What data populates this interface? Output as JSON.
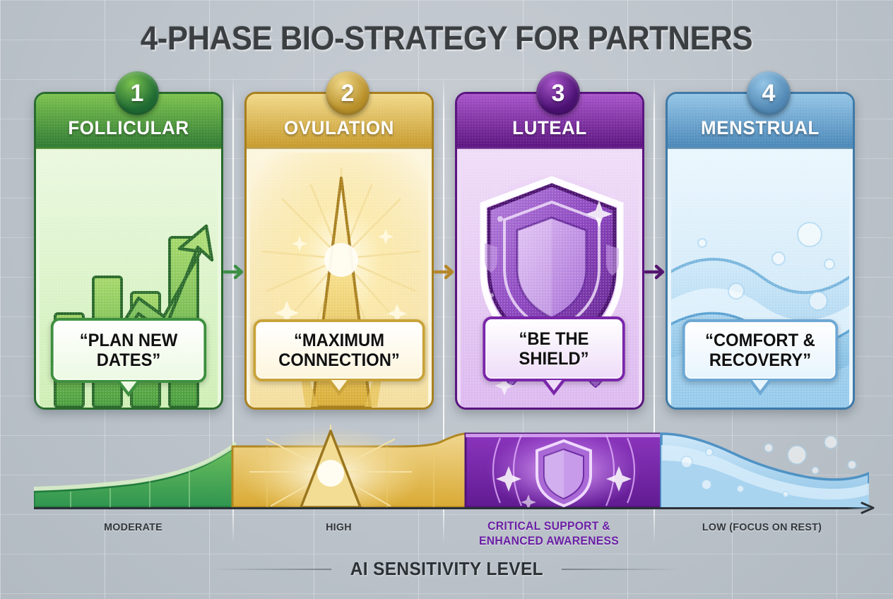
{
  "header": {
    "title": "4-PHASE BIO-STRATEGY FOR PARTNERS"
  },
  "phases": [
    {
      "number": "1",
      "name": "FOLLICULAR",
      "quote": "“PLAN NEW DATES”",
      "icon": "rising-bar-chart-arrow-icon",
      "colors": {
        "header_dark": "#2f7a33",
        "header_light": "#7cc24f",
        "border": "#2a6b2f",
        "badge": "#1f6b33",
        "body_light": "#eaf8df",
        "body_mid": "#cdeeb4",
        "bubble_border": "#3d8f3f",
        "bubble_fill": "#ecf9e3",
        "arrow": "#3d8f46"
      }
    },
    {
      "number": "2",
      "name": "OVULATION",
      "quote": "“MAXIMUM CONNECTION”",
      "icon": "radiant-starburst-icon",
      "colors": {
        "header_dark": "#c79a2c",
        "header_light": "#f1d98a",
        "border": "#a8801f",
        "badge": "#b8902a",
        "body_light": "#fdf6de",
        "body_mid": "#f3dd9c",
        "bubble_border": "#c9a33a",
        "bubble_fill": "#fdf5dc",
        "arrow": "#b5862a"
      }
    },
    {
      "number": "3",
      "name": "LUTEAL",
      "quote": "“BE THE SHIELD”",
      "icon": "glowing-shield-icon",
      "colors": {
        "header_dark": "#5b1480",
        "header_light": "#a855c9",
        "border": "#5a1580",
        "badge": "#4b1173",
        "body_light": "#efdcf7",
        "body_mid": "#dcb8ef",
        "bubble_border": "#7a26aa",
        "bubble_fill": "#eedcf8",
        "arrow": "#53156f"
      }
    },
    {
      "number": "4",
      "name": "MENSTRUAL",
      "quote": "“COMFORT & RECOVERY”",
      "icon": "water-waves-bubbles-icon",
      "colors": {
        "header_dark": "#4a87b8",
        "header_light": "#94c5e6",
        "border": "#3e7aa8",
        "badge": "#5289b5",
        "body_light": "#eaf6fd",
        "body_mid": "#c0e0f4",
        "bubble_border": "#6ea8d4",
        "bubble_fill": "#e7f4fd",
        "arrow": "#3f2b72"
      }
    }
  ],
  "chart_data": {
    "type": "area",
    "title": "AI SENSITIVITY LEVEL",
    "xlabel": "AI SENSITIVITY LEVEL",
    "ylabel": "",
    "grid": true,
    "legend": "none",
    "categories": [
      "FOLLICULAR",
      "OVULATION",
      "LUTEAL",
      "MENSTRUAL"
    ],
    "tick_labels": [
      "MODERATE",
      "HIGH",
      "CRITICAL SUPPORT & ENHANCED AWARENESS",
      "LOW (FOCUS ON REST)"
    ],
    "values": [
      45,
      72,
      100,
      30
    ],
    "ylim": [
      0,
      100
    ],
    "series": [
      {
        "name": "AI Sensitivity",
        "values": [
          45,
          72,
          100,
          30
        ],
        "colors": [
          "#4caf50",
          "#d9ab32",
          "#6b21a8",
          "#8fc6e8"
        ]
      }
    ],
    "annotations": [
      {
        "zone": "FOLLICULAR",
        "label": "MODERATE",
        "level": "moderate",
        "color": "#32373c"
      },
      {
        "zone": "OVULATION",
        "label": "HIGH",
        "level": "high",
        "color": "#32373c"
      },
      {
        "zone": "LUTEAL",
        "label_line1": "CRITICAL SUPPORT &",
        "label_line2": "ENHANCED AWARENESS",
        "level": "critical",
        "color": "#6b1fa5"
      },
      {
        "zone": "MENSTRUAL",
        "label": "LOW (FOCUS ON REST)",
        "level": "low",
        "color": "#32373c"
      }
    ]
  },
  "axis": {
    "caption": "AI SENSITIVITY LEVEL",
    "zone_labels": {
      "moderate": "MODERATE",
      "high": "HIGH",
      "critical_line1": "CRITICAL SUPPORT &",
      "critical_line2": "ENHANCED AWARENESS",
      "low": "LOW (FOCUS ON REST)"
    }
  }
}
